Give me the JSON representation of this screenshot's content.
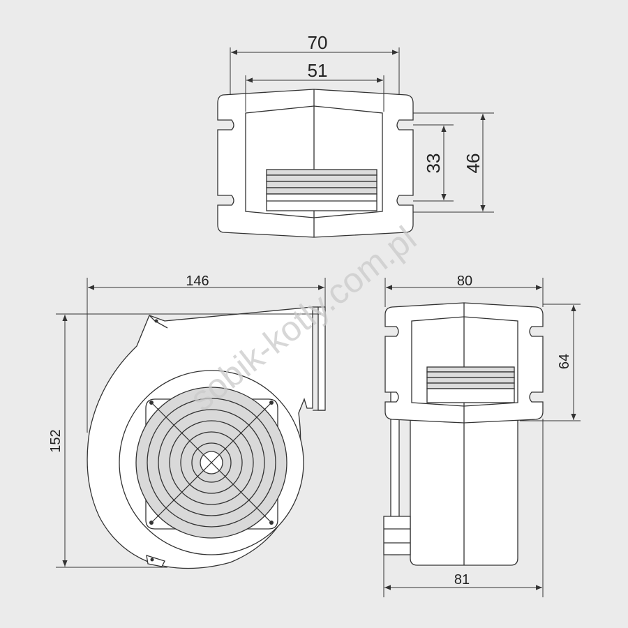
{
  "diagram": {
    "top_view": {
      "dim_overall_width": "70",
      "dim_outlet_width": "51",
      "dim_outlet_height": "33",
      "dim_flange_height": "46"
    },
    "side_view": {
      "dim_overall_width": "146",
      "dim_overall_height": "152"
    },
    "front_view": {
      "dim_top_width": "80",
      "dim_flange_height": "64",
      "dim_bottom_width": "81"
    },
    "watermark": "sobik-kotly.com.pl"
  },
  "colors": {
    "background": "#ebebeb",
    "part_fill": "#ffffff",
    "line": "#333333",
    "grille_fill": "#d9d9d9"
  }
}
